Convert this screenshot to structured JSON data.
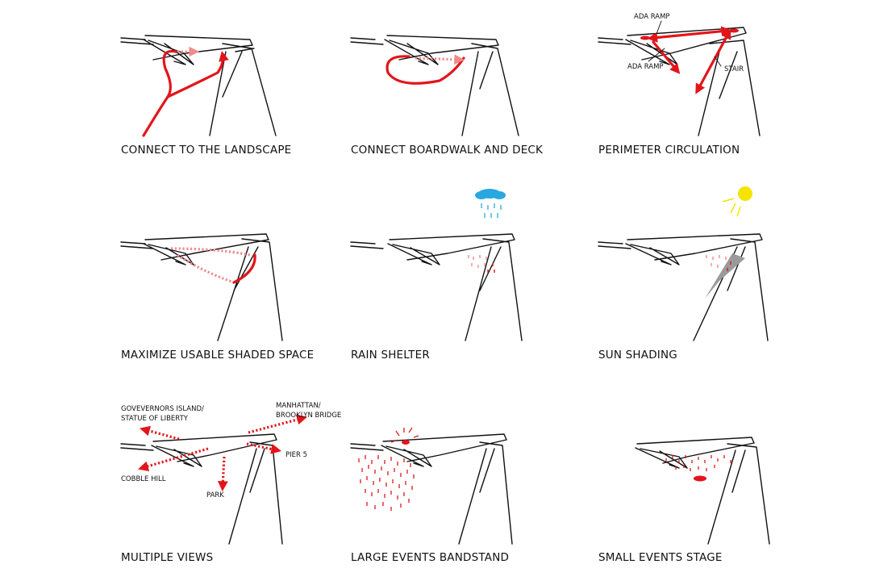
{
  "colors": {
    "accent_red": "#e3151b",
    "faded_red": "#f08a8c",
    "rain_blue": "#29a8e0",
    "sun_yellow": "#f5e400",
    "shade_gray": "#9a9a9a",
    "ink": "#111111"
  },
  "panels": [
    {
      "caption": "CONNECT TO THE LANDSCAPE"
    },
    {
      "caption": "CONNECT BOARDWALK AND DECK"
    },
    {
      "caption": "PERIMETER CIRCULATION",
      "labels": {
        "ada_top": "ADA RAMP",
        "ada_bottom": "ADA RAMP",
        "stair": "STAIR"
      }
    },
    {
      "caption": "MAXIMIZE USABLE SHADED SPACE"
    },
    {
      "caption": "RAIN SHELTER",
      "icon": "rain-cloud-icon"
    },
    {
      "caption": "SUN SHADING",
      "icon": "sun-icon"
    },
    {
      "caption": "MULTIPLE VIEWS",
      "labels": {
        "governors_1": "GOVEVERNORS ISLAND/",
        "governors_2": "STATUE OF LIBERTY",
        "manhattan_1": "MANHATTAN/",
        "manhattan_2": "BROOKLYN BRIDGE",
        "pier": "PIER 5",
        "cobble": "COBBLE HILL",
        "park": "PARK"
      }
    },
    {
      "caption": "LARGE EVENTS BANDSTAND"
    },
    {
      "caption": "SMALL EVENTS STAGE"
    }
  ]
}
